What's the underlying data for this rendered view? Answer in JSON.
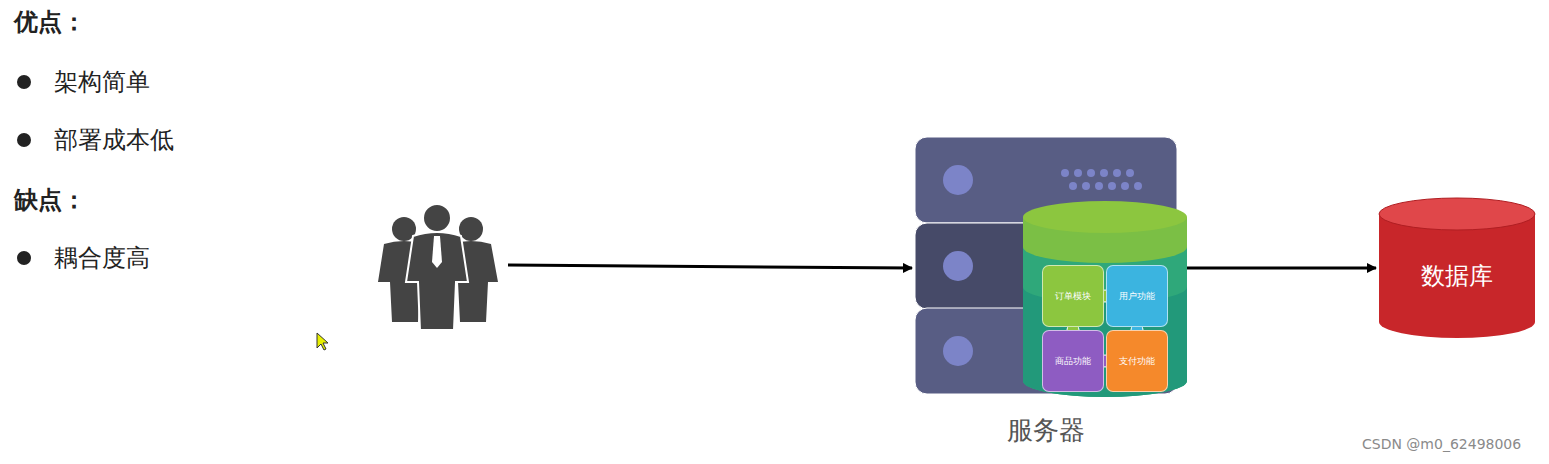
{
  "diagram": {
    "nodes": [
      {
        "text": [
          "服务器"
        ]
      },
      {
        "text": [
          "订单模块"
        ],
        "in": 0
      },
      {
        "text": [
          "用户功能"
        ],
        "in": 0
      },
      {
        "text": [
          "商品功能"
        ],
        "in": 0
      },
      {
        "text": [
          "支付功能"
        ],
        "in": 0
      },
      {
        "text": [
          "数据库"
        ]
      }
    ],
    "edges": [
      {
        "from": 0,
        "to": 5,
        "arrow": "to"
      }
    ],
    "labels": [
      "优点：",
      "架构简单",
      "部署成本低",
      "缺点：",
      "耦合度高",
      "CSDN @m0_62498006"
    ]
  }
}
